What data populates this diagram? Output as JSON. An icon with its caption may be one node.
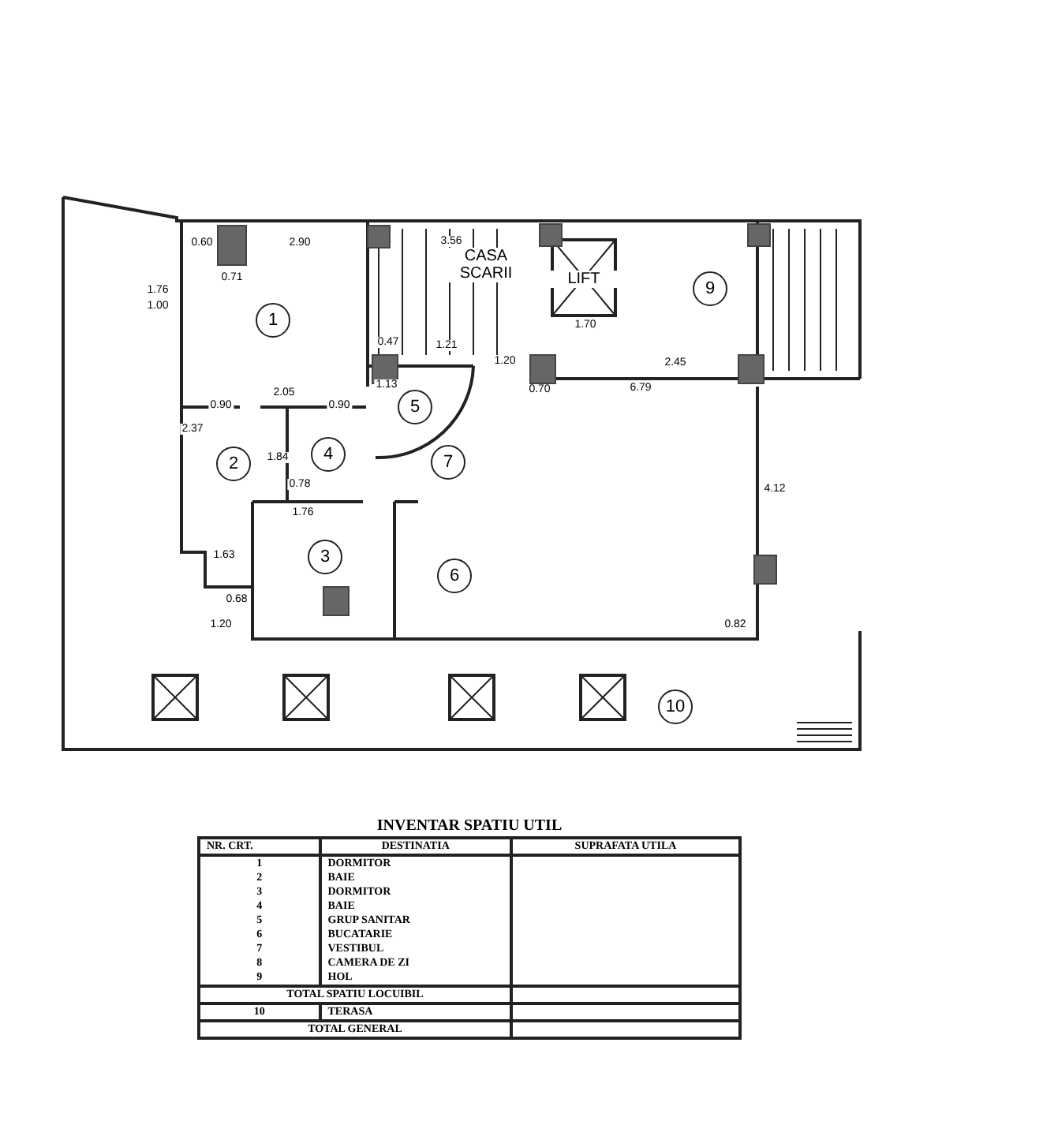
{
  "diagram": {
    "nodes": [
      {
        "text": [
          "1"
        ]
      },
      {
        "text": [
          "2"
        ]
      },
      {
        "text": [
          "4"
        ]
      },
      {
        "text": [
          "5"
        ]
      },
      {
        "text": [
          "7"
        ]
      },
      {
        "text": [
          "3"
        ]
      },
      {
        "text": [
          "6"
        ]
      },
      {
        "text": [
          "9"
        ]
      },
      {
        "text": [
          "10"
        ]
      }
    ],
    "labels": [
      "CASA SCARII",
      "LIFT",
      "0.60",
      "2.90",
      "0.71",
      "1.76",
      "1.00",
      "2.05",
      "0.90",
      "0.90",
      "2.37",
      "1.84",
      "0.78",
      "1.76",
      "1.63",
      "0.68",
      "1.20",
      "0.47",
      "1.21",
      "1.13",
      "1.20",
      "3.56",
      "1.70",
      "2.45",
      "0.70",
      "6.79",
      "4.12",
      "0.82",
      "INVENTAR SPATIU UTIL",
      "NR. CRT.",
      "DESTINATIA",
      "SUPRAFATA UTILA",
      "1",
      "DORMITOR",
      "2",
      "BAIE",
      "3",
      "DORMITOR",
      "4",
      "BAIE",
      "5",
      "GRUP SANITAR",
      "6",
      "BUCATARIE",
      "7",
      "VESTIBUL",
      "8",
      "CAMERA DE ZI",
      "9",
      "HOL",
      "TOTAL SPATIU LOCUIBIL",
      "10",
      "TERASA",
      "TOTAL GENERAL"
    ]
  }
}
